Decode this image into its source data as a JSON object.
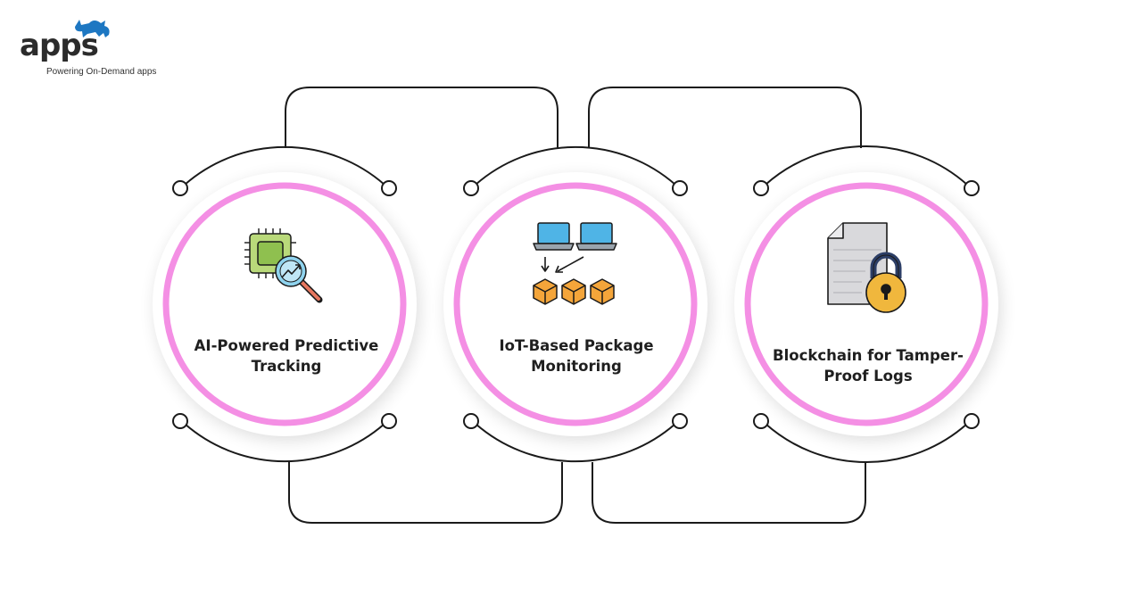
{
  "logo": {
    "word": "apps",
    "tagline": "Powering On-Demand apps",
    "icon": "rhino-icon",
    "brand_color": "#1d77c2"
  },
  "nodes": [
    {
      "label": "AI-Powered Predictive Tracking",
      "icon": "ai-chip-magnifier-icon"
    },
    {
      "label": "IoT-Based Package Monitoring",
      "icon": "iot-devices-packages-icon"
    },
    {
      "label": "Blockchain for Tamper-Proof Logs",
      "icon": "locked-document-icon"
    }
  ],
  "colors": {
    "ring": "#f48fe4",
    "line": "#1a1a1a",
    "text": "#1f1f1f",
    "box": "#f4a53a",
    "screen": "#4fb4e6",
    "lock": "#f0b73d"
  }
}
